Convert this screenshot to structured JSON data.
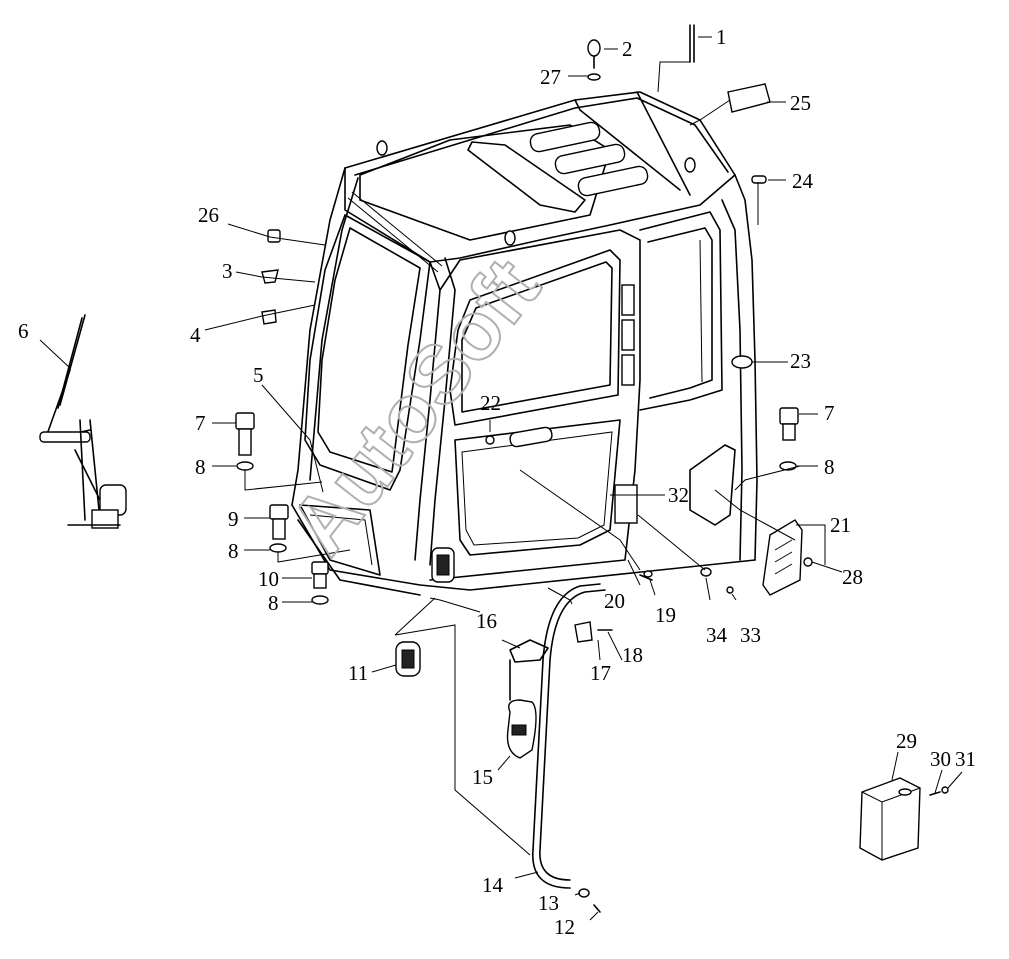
{
  "watermark": "AutoSoft",
  "callouts": [
    "1",
    "2",
    "3",
    "4",
    "5",
    "6",
    "7",
    "8",
    "9",
    "10",
    "11",
    "12",
    "13",
    "14",
    "15",
    "16",
    "17",
    "18",
    "19",
    "20",
    "21",
    "22",
    "23",
    "24",
    "25",
    "26",
    "27",
    "28",
    "29",
    "30",
    "31",
    "32",
    "33",
    "34"
  ],
  "duplicate_callouts": {
    "7": 2,
    "8": 4
  }
}
